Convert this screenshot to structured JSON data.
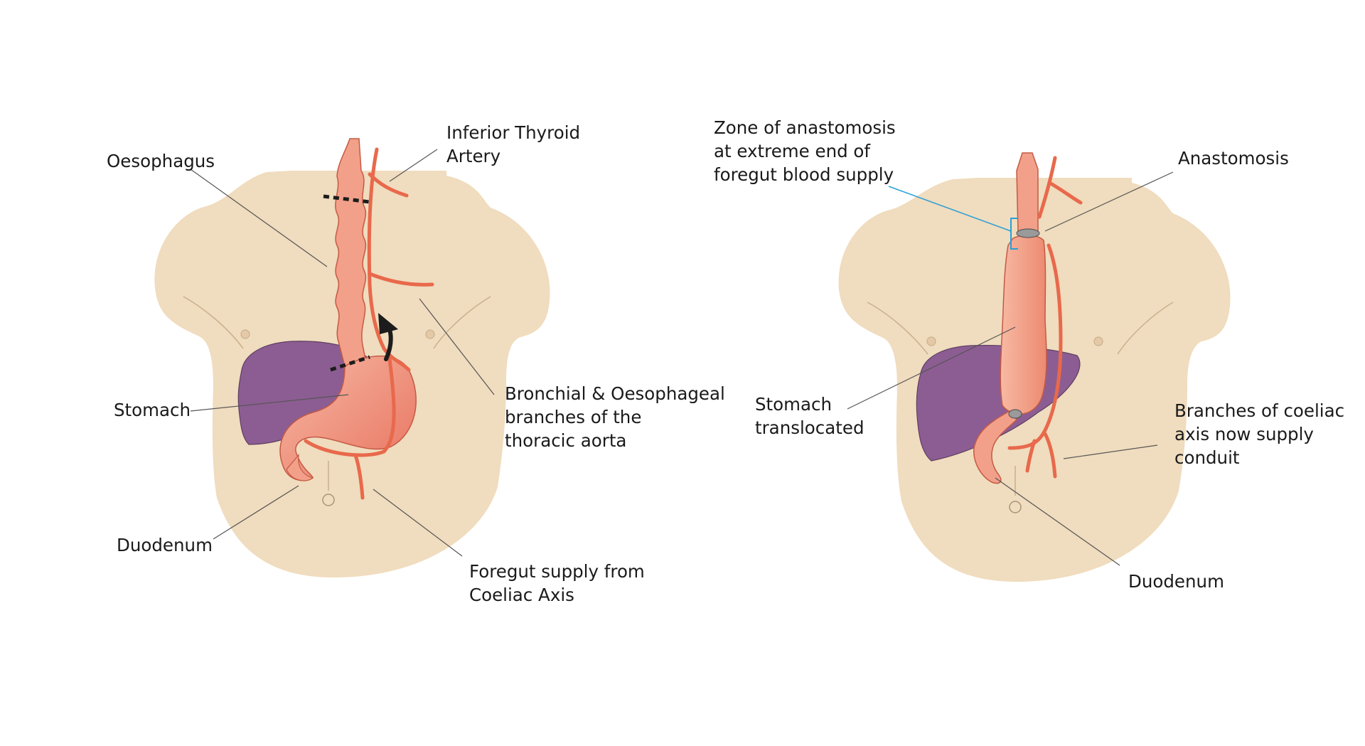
{
  "left_panel": {
    "labels": {
      "oesophagus": [
        "Oesophagus"
      ],
      "inferior_thyroid": [
        "Inferior Thyroid",
        "Artery"
      ],
      "stomach": [
        "Stomach"
      ],
      "bronchial": [
        "Bronchial & Oesophageal",
        "branches of the",
        "thoracic aorta"
      ],
      "duodenum": [
        "Duodenum"
      ],
      "foregut": [
        "Foregut supply from",
        "Coeliac Axis"
      ]
    }
  },
  "right_panel": {
    "labels": {
      "zone": [
        "Zone of anastomosis",
        "at extreme end of",
        "foregut blood supply"
      ],
      "anastomosis": [
        "Anastomosis"
      ],
      "stomach_translocated": [
        "Stomach",
        "translocated"
      ],
      "branches_coeliac": [
        "Branches of coeliac",
        "axis now supply",
        "conduit"
      ],
      "duodenum": [
        "Duodenum"
      ]
    }
  },
  "colors": {
    "skin": "#f0dcbe",
    "skin_outline": "#2b2b2b",
    "liver": "#8c5d92",
    "organ": "#f2a08a",
    "organ_dark": "#e8735f",
    "artery": "#e8694c",
    "leader": "#555555",
    "zone_bracket": "#2a9fd8",
    "arrow": "#1c1c1c"
  }
}
